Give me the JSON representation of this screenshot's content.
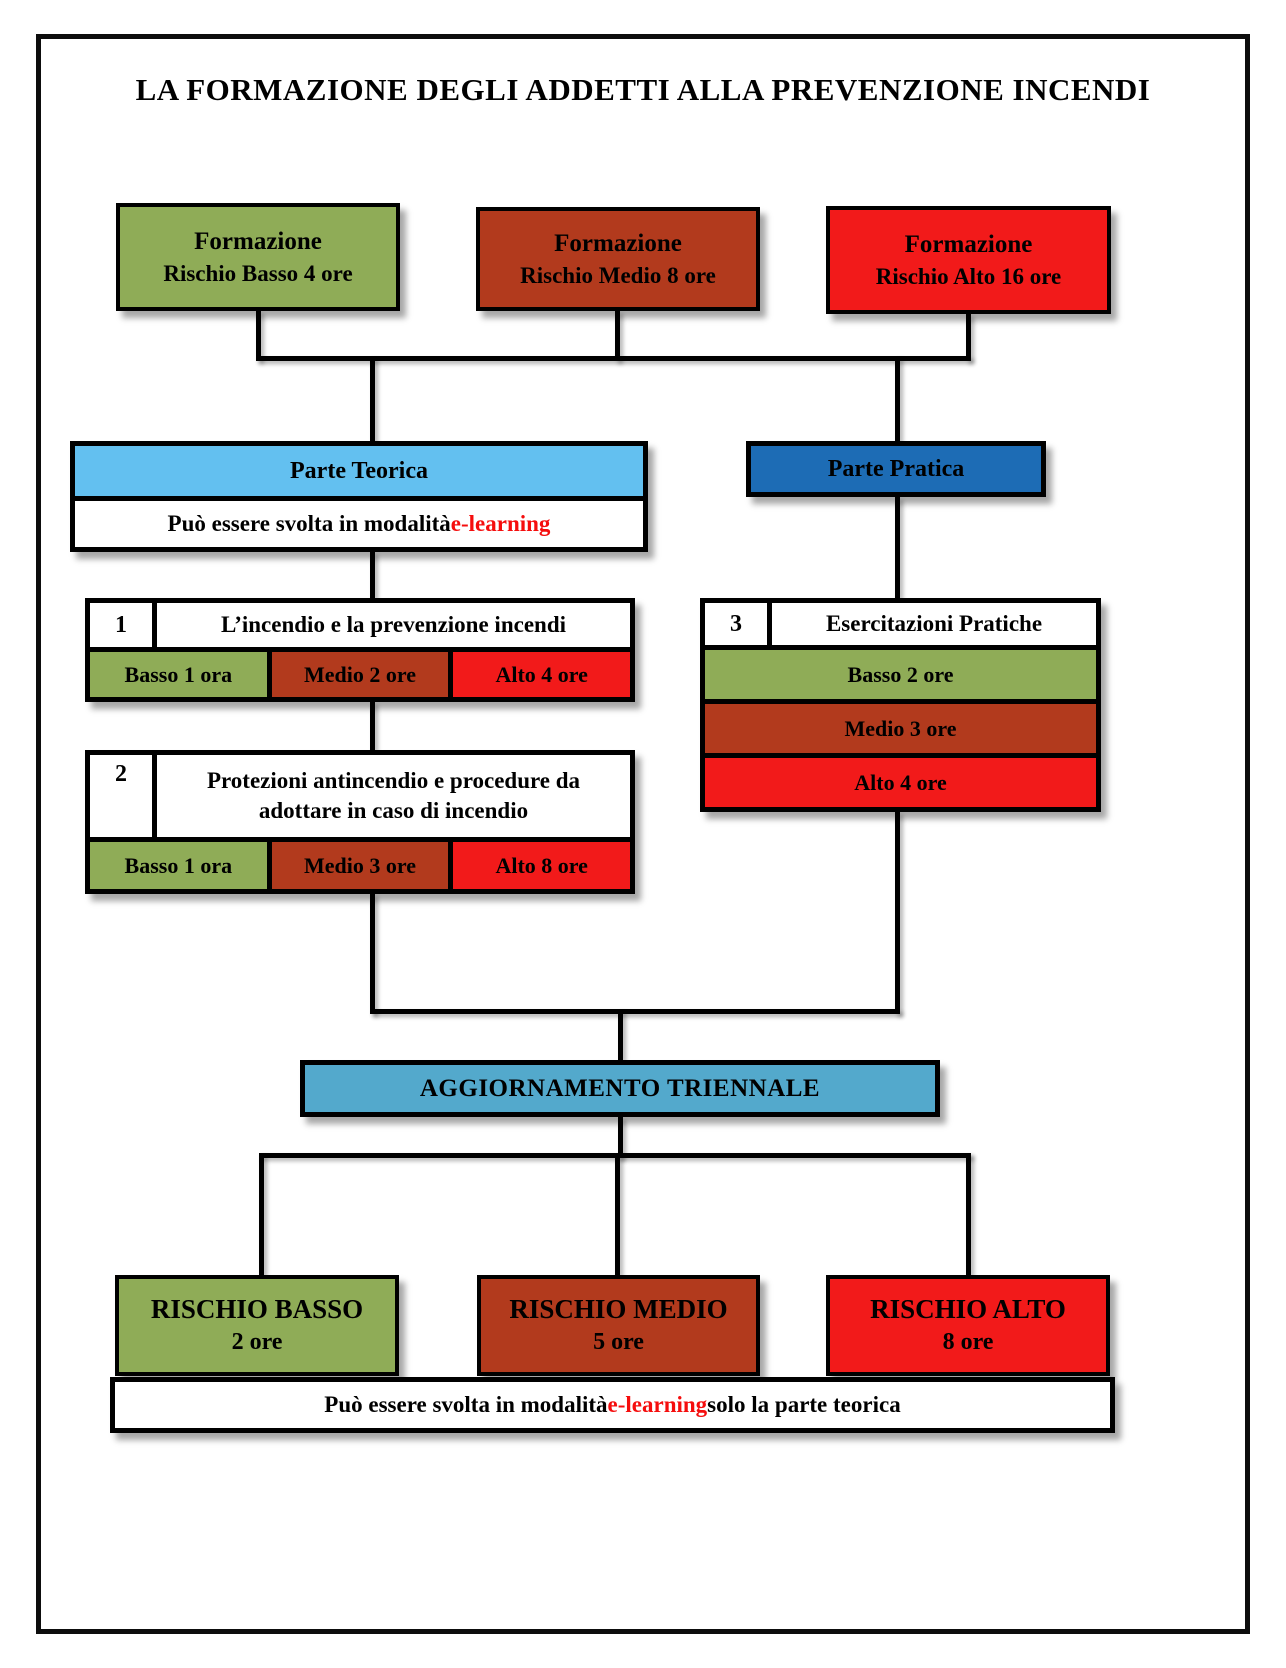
{
  "title": "LA FORMAZIONE DEGLI ADDETTI ALLA PREVENZIONE INCENDI",
  "palette": {
    "green": "#8fac57",
    "brick": "#b23a1d",
    "red": "#f21a1a",
    "lightblue": "#63c0f0",
    "darkblue": "#1d6cb5",
    "teal": "#53a9cc",
    "highlight_text": "#f50d0d"
  },
  "top_boxes": [
    {
      "line1": "Formazione",
      "line2": "Rischio Basso 4 ore"
    },
    {
      "line1": "Formazione",
      "line2": "Rischio Medio 8 ore"
    },
    {
      "line1": "Formazione",
      "line2": "Rischio Alto 16 ore"
    }
  ],
  "parte_teorica": {
    "label": "Parte Teorica",
    "note_prefix": "Può essere svolta in modalità ",
    "note_highlight": "e-learning"
  },
  "parte_pratica": {
    "label": "Parte Pratica"
  },
  "module1": {
    "number": "1",
    "title": "L’incendio e la prevenzione incendi",
    "cells": [
      "Basso 1 ora",
      "Medio 2 ore",
      "Alto 4 ore"
    ]
  },
  "module2": {
    "number": "2",
    "title": "Protezioni antincendio e procedure da adottare in caso di incendio",
    "cells": [
      "Basso 1 ora",
      "Medio 3 ore",
      "Alto 8 ore"
    ]
  },
  "module3": {
    "number": "3",
    "title": "Esercitazioni Pratiche",
    "rows": [
      "Basso 2 ore",
      "Medio 3 ore",
      "Alto 4 ore"
    ]
  },
  "aggiornamento": {
    "label": "AGGIORNAMENTO TRIENNALE"
  },
  "bottom_boxes": [
    {
      "line1": "RISCHIO BASSO",
      "line2": "2 ore"
    },
    {
      "line1": "RISCHIO MEDIO",
      "line2": "5 ore"
    },
    {
      "line1": "RISCHIO ALTO",
      "line2": "8 ore"
    }
  ],
  "bottom_note": {
    "prefix": "Può essere svolta in modalità ",
    "highlight": "e-learning",
    "suffix": " solo la parte teorica"
  }
}
